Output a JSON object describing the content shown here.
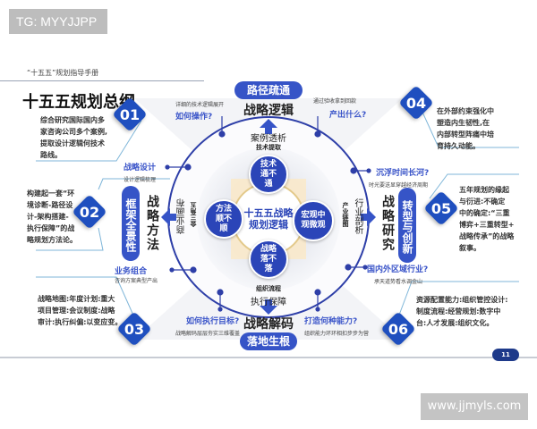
{
  "watermark_tag": "TG: MYYJJPP",
  "website": "www.jjmyls.com",
  "header": "“十五五”规划指导手册",
  "title": "十五五规划总纲",
  "page_number": "11",
  "sections": [
    {
      "num": "01",
      "text": [
        "综合研究国际国内多",
        "家咨询公司多个案例,",
        "提取设计逻辑何技术",
        "路线。"
      ]
    },
    {
      "num": "02",
      "text": [
        "构建起一套“环",
        "境诊断-路径设",
        "计-架构搭建-",
        "执行保障”的战",
        "略规划方法论。"
      ]
    },
    {
      "num": "03",
      "text": [
        "战略地图:年度计划:重大",
        "项目管理:会议制度:战略",
        "审计:执行纠偏:以变应变。"
      ]
    },
    {
      "num": "04",
      "text": [
        "在外部约束强化中",
        "塑造内生韧性,在",
        "内部转型阵痛中培",
        "育持久动能。"
      ]
    },
    {
      "num": "05",
      "text": [
        "五年规划的缘起",
        "与衍进:不确定",
        "中的确定:“三重",
        "博弈+三重转型+",
        "战略传承”的战略",
        "叙事。"
      ]
    },
    {
      "num": "06",
      "text": [
        "资源配置能力:组织管控设计:",
        "制度流程:经营规划:数字中",
        "台:人才发展:组织文化。"
      ]
    }
  ],
  "top_pill": "路径疏通",
  "top_heading": "战略逻辑",
  "bottom_heading": "战略解码",
  "bottom_pill": "落地生根",
  "left_heading": "战略方法",
  "left_pill": "框架全景性",
  "right_heading": "战略研究",
  "right_pill": "转型与创新",
  "questions": [
    {
      "q": "如何操作?",
      "sub": "详细的技术逻辑展开"
    },
    {
      "q": "产出什么?",
      "sub": "通过验收拿到回款"
    },
    {
      "q": "战略设计",
      "sub": "设计逻辑梳理"
    },
    {
      "q": "沉浮时间长河?",
      "sub": "时光要送显穿越经济周期"
    },
    {
      "q": "业务组合",
      "sub": "咨询方案典型产出"
    },
    {
      "q": "国内外区域行业?",
      "sub": "承天道势看水调金山"
    },
    {
      "q": "如何执行目标?",
      "sub": "战略解码层层夯实三维覆盖"
    },
    {
      "q": "打造何种能力?",
      "sub": "组织能力环环相扣步步为营"
    }
  ],
  "ring": {
    "top": "案例透析",
    "top_sub": "技术提取",
    "bottom": "执行保障",
    "bottom_sub": "组织流程",
    "left": "商业画布",
    "left_sub": "金三角五",
    "right": "行业剖析",
    "right_sub": "产业链图"
  },
  "center": "十五五战略规划逻辑",
  "bubbles": {
    "top": "技术通不通",
    "left": "方法顺不顺",
    "right": "宏观中观微观",
    "bottom": "战略落不落"
  },
  "colors": {
    "primary": "#1f4fbf",
    "accent": "#3654c7"
  }
}
